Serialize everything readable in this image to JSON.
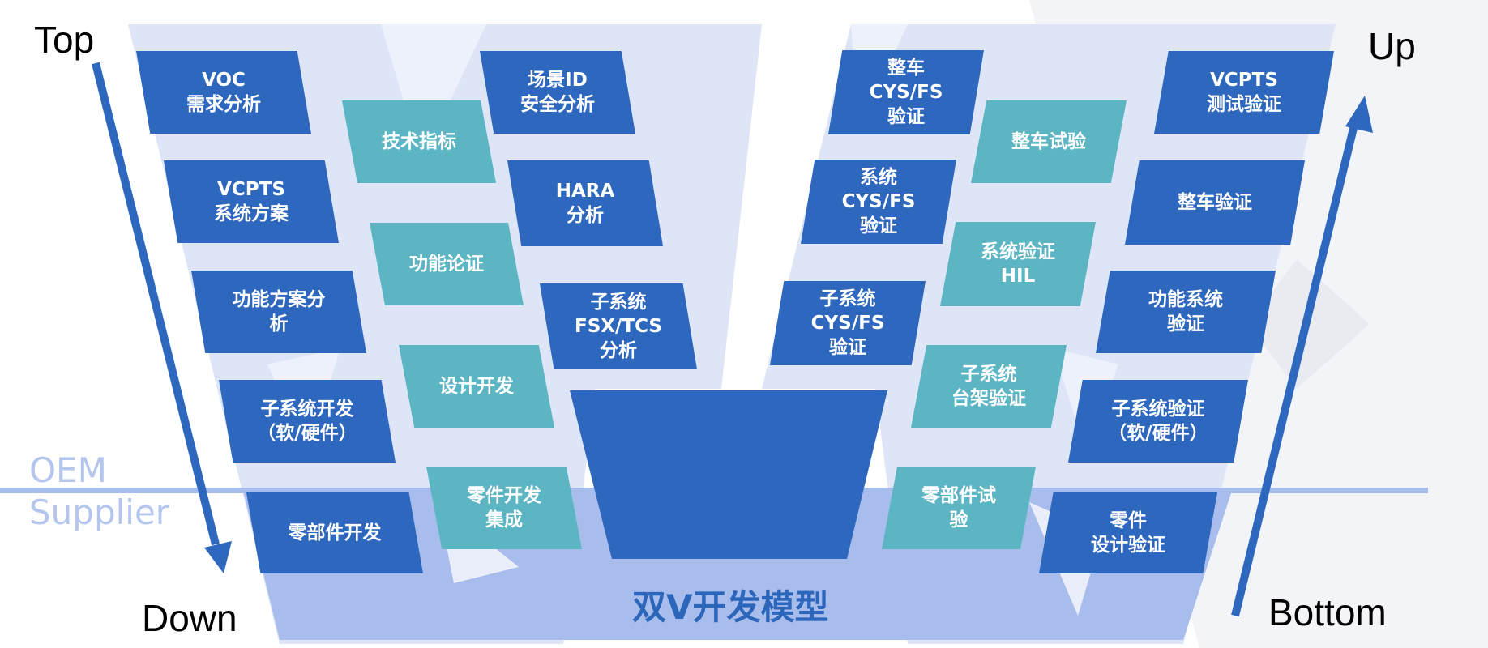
{
  "labels": {
    "top": "Top",
    "down": "Down",
    "up": "Up",
    "bottom": "Bottom",
    "oem": "OEM",
    "supplier": "Supplier",
    "title": "双V开发模型"
  },
  "left_v": {
    "outer": [
      "VOC\n需求分析",
      "VCPTS\n系统方案",
      "功能方案分\n析",
      "子系统开发\n（软/硬件）",
      "零部件开发"
    ],
    "inner_teal": [
      "技术指标",
      "功能论证",
      "设计开发",
      "零件开发\n集成"
    ],
    "inner_dark": [
      "场景ID\n安全分析",
      "HARA\n分析",
      "子系统\nFSX/TCS\n分析"
    ]
  },
  "right_v": {
    "outer": [
      "VCPTS\n测试验证",
      "整车验证",
      "功能系统\n验证",
      "子系统验证\n（软/硬件）",
      "零件\n设计验证"
    ],
    "inner_teal": [
      "整车试验",
      "系统验证\nHIL",
      "子系统\n台架验证",
      "零部件试\n验"
    ],
    "inner_dark": [
      "整车\nCYS/FS\n验证",
      "系统\nCYS/FS\n验证",
      "子系统\nCYS/FS\n验证"
    ]
  },
  "colors": {
    "dark_box": "#2d67be",
    "teal_box": "#5bb5c3",
    "v_background": "#dde5f7",
    "supplier_band": "#a8bdec",
    "divider_line": "#a8bdec",
    "arrow": "#2d67be",
    "lane_text": "#b4c6ee",
    "title_text": "#2b66bb"
  }
}
